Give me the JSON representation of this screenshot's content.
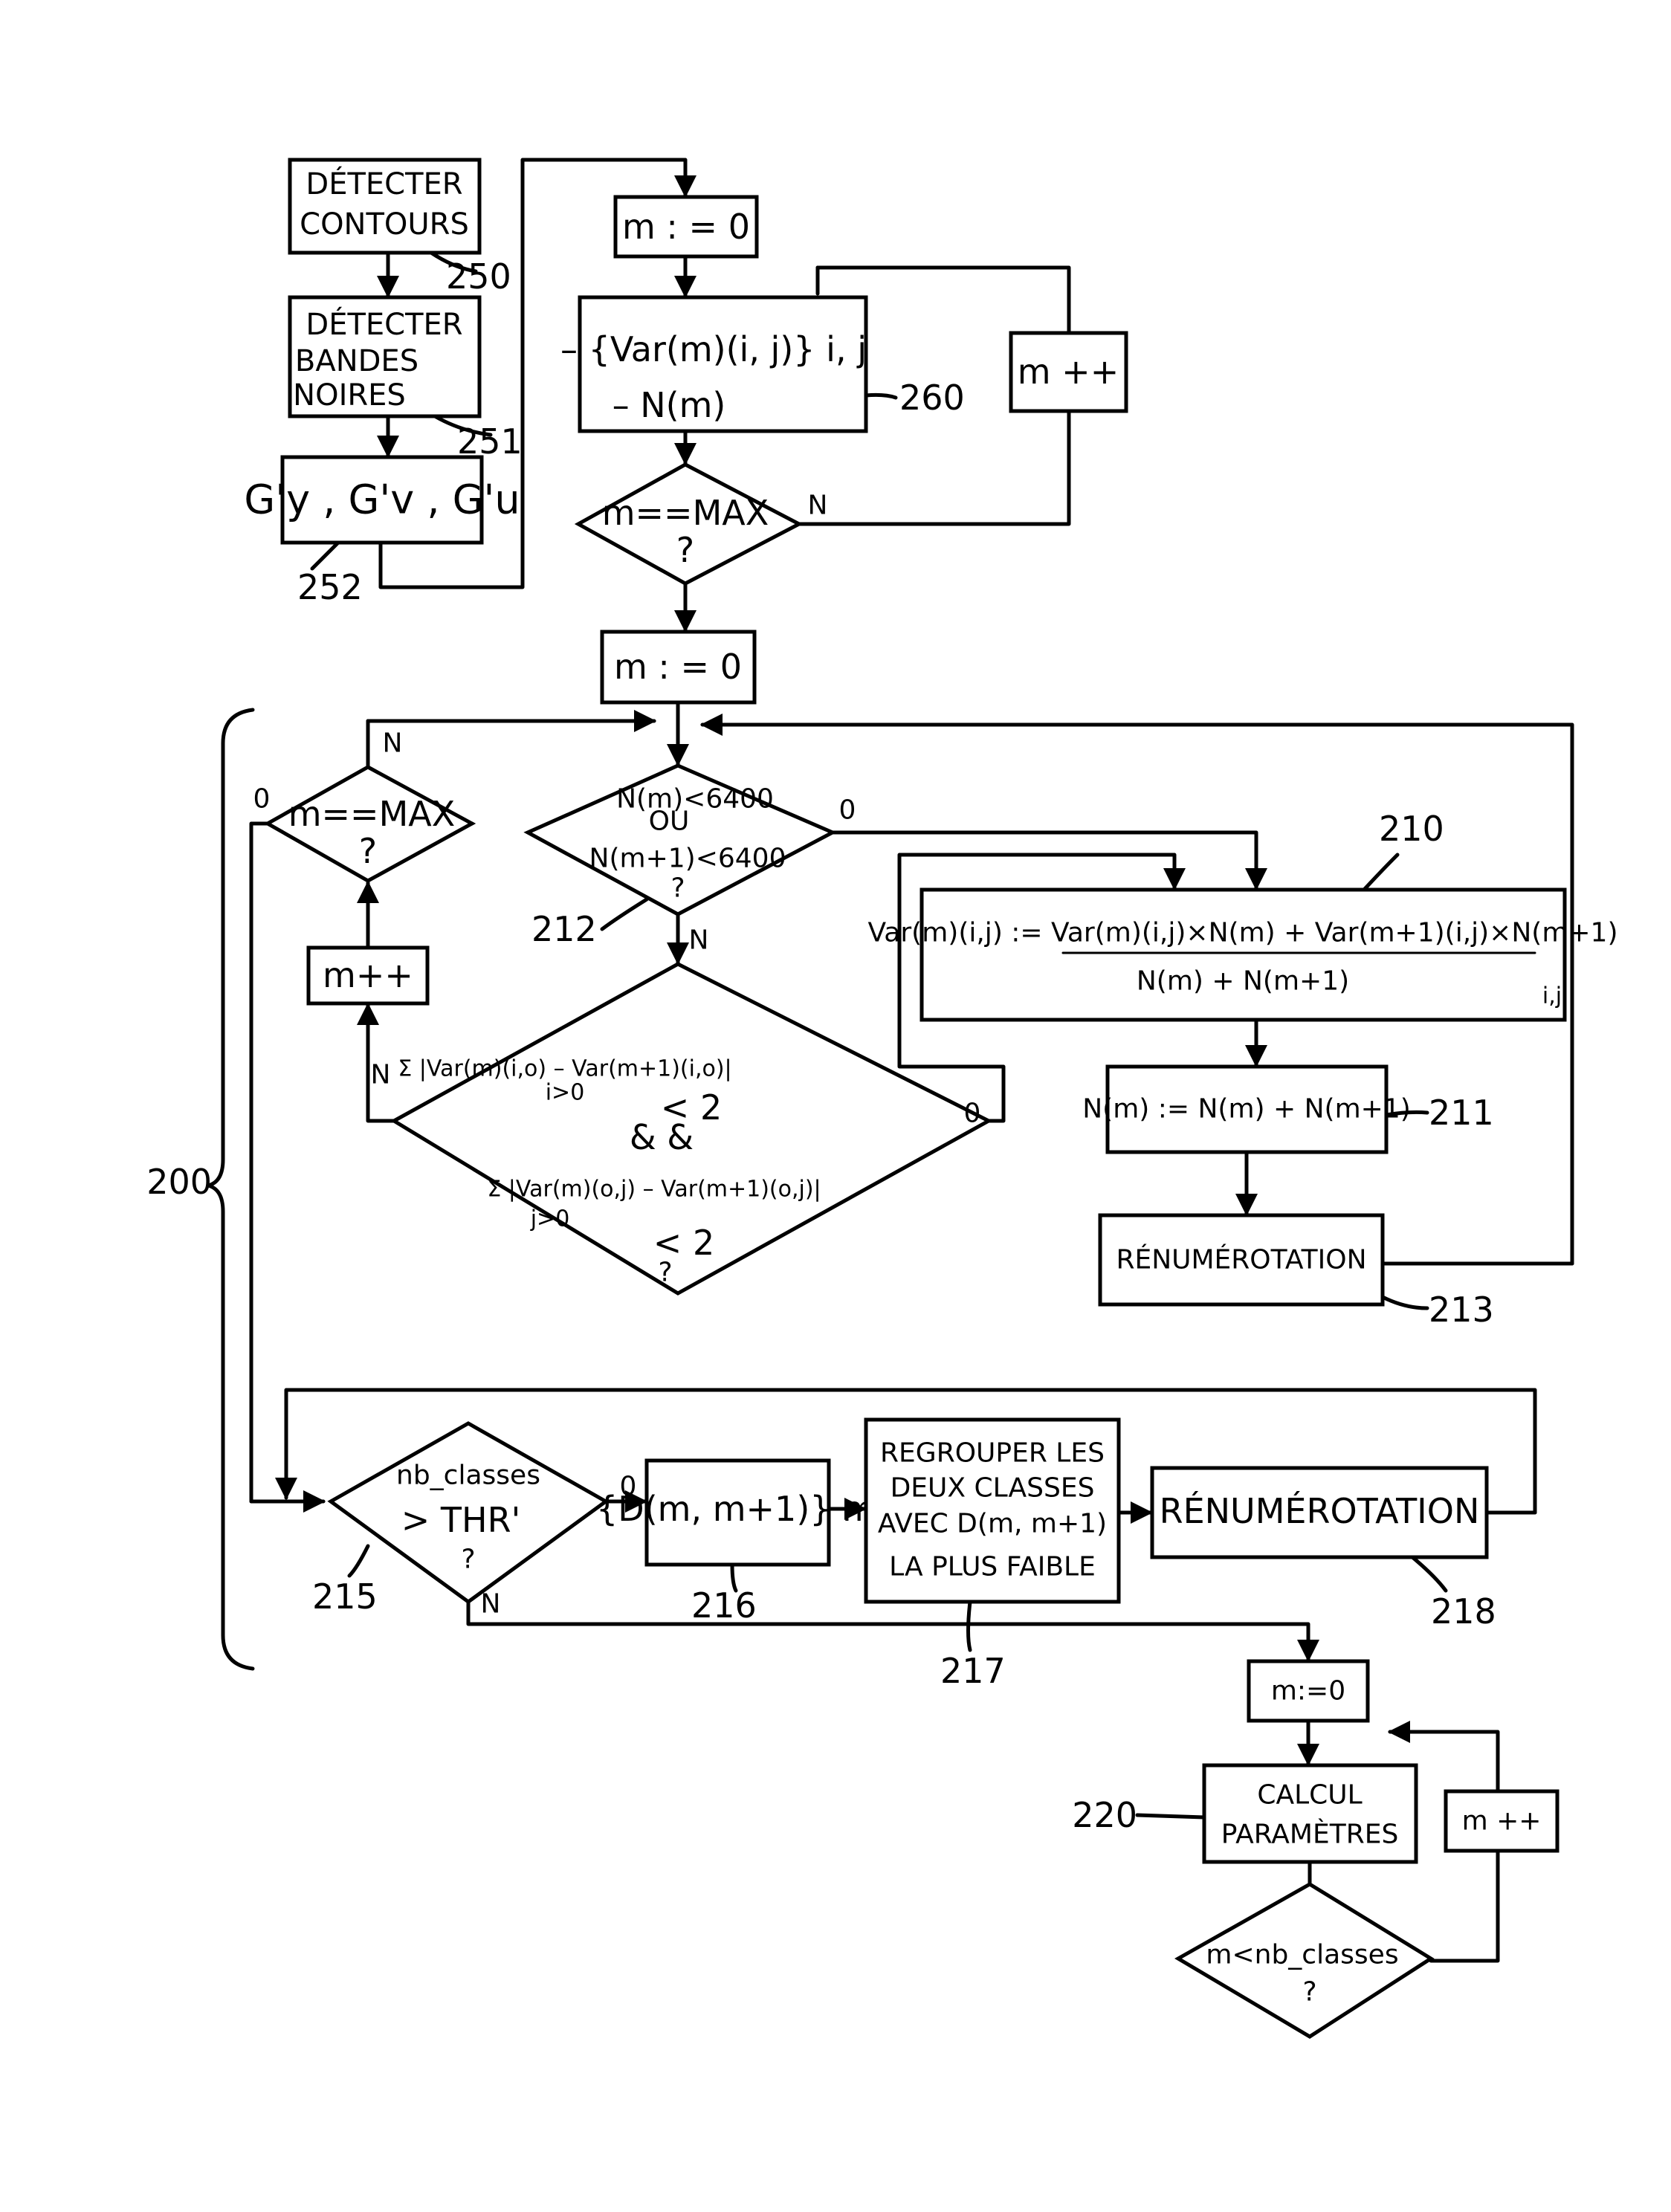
{
  "refs": {
    "r250": "250",
    "r251": "251",
    "r252": "252",
    "r260": "260",
    "r200": "200",
    "r210": "210",
    "r211": "211",
    "r212": "212",
    "r213": "213",
    "r215": "215",
    "r216": "216",
    "r217": "217",
    "r218": "218",
    "r220": "220"
  },
  "top": {
    "detect_contours": [
      "DÉTECTER",
      "CONTOURS"
    ],
    "detect_black_bands": [
      "DÉTECTER",
      "BANDES",
      "NOIRES"
    ],
    "gradients": "G'y , G'v , G'u",
    "init": "m : = 0",
    "var_set": "– {Var(m)(i, j)} i, j",
    "n_m": "– N(m)",
    "incr": "m ++",
    "test_max": "m==MAX",
    "q": "?",
    "no": "N"
  },
  "merge_loop": {
    "init": "m : = 0",
    "test_max": "m==MAX",
    "q": "?",
    "incr": "m++",
    "no": "N",
    "zero": "0",
    "cond_line1": "N(m)<6400",
    "cond_or": "OU",
    "cond_line2": "N(m+1)<6400",
    "sum_row": "Σ |Var(m)(i,o) – Var(m+1)(i,o)|",
    "sum_row_idx": "i>0",
    "lt2": "< 2",
    "and": "& &",
    "sum_col": "Σ |Var(m)(o,j) – Var(m+1)(o,j)|",
    "sum_col_idx": "j>0",
    "update_var_num": "Var(m)(i,j) := Var(m)(i,j)×N(m) + Var(m+1)(i,j)×N(m+1)",
    "update_var_den": "N(m) + N(m+1)",
    "update_var_idx": "i,j",
    "update_n": "N(m) := N(m) + N(m+1)",
    "renumber": "RÉNUMÉROTATION"
  },
  "class_loop": {
    "test": [
      "nb_classes",
      "> THR'",
      "?"
    ],
    "zero": "0",
    "no": "N",
    "distance": "{D(m, m+1)} m",
    "regroup": [
      "REGROUPER  LES",
      "DEUX  CLASSES",
      "AVEC  D(m, m+1)",
      "LA PLUS FAIBLE"
    ],
    "renumber": "RÉNUMÉROTATION"
  },
  "final": {
    "init": "m:=0",
    "calc": [
      "CALCUL",
      "PARAMÈTRES"
    ],
    "incr": "m ++",
    "test": "m<nb_classes",
    "q": "?"
  }
}
